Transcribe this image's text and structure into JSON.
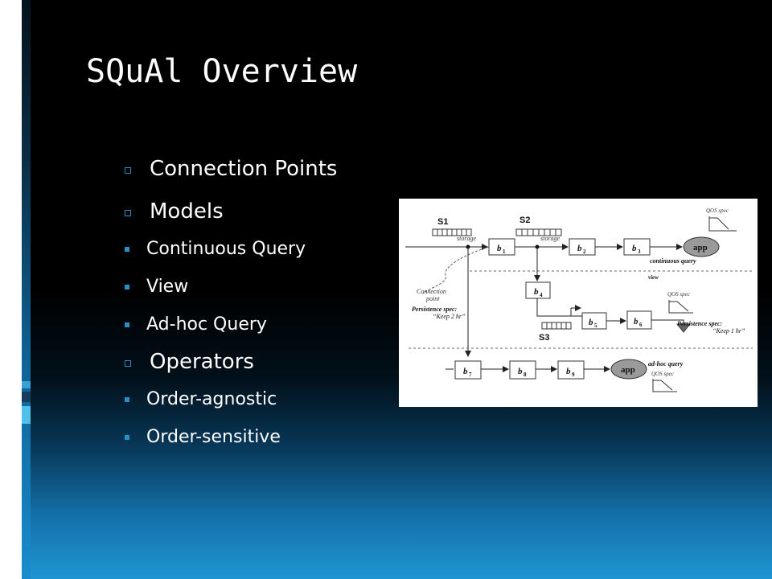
{
  "slide": {
    "title": "SQuAl Overview",
    "bullets": {
      "connection_points": "Connection Points",
      "models": "Models",
      "continuous_query": "Continuous Query",
      "view": "View",
      "adhoc_query": "Ad-hoc Query",
      "operators": "Operators",
      "order_agnostic": "Order-agnostic",
      "order_sensitive": "Order-sensitive"
    }
  },
  "diagram": {
    "s1": "S1",
    "s2": "S2",
    "s3": "S3",
    "storage": "storage",
    "app": "app",
    "qos_spec": "QOS spec",
    "continuous_query": "continuous query",
    "view": "view",
    "adhoc_query": "ad-hoc query",
    "connection_point_1": "Connection",
    "connection_point_2": "point",
    "persistence_spec": "Persistence spec:",
    "keep_2hr": "“Keep 2 hr”",
    "keep_1hr": "“Keep 1 hr”",
    "boxes": {
      "b1": "1",
      "b2": "2",
      "b3": "3",
      "b4": "4",
      "b5": "5",
      "b6": "6",
      "b7": "7",
      "b8": "8",
      "b9": "9"
    },
    "b_letter": "b"
  }
}
